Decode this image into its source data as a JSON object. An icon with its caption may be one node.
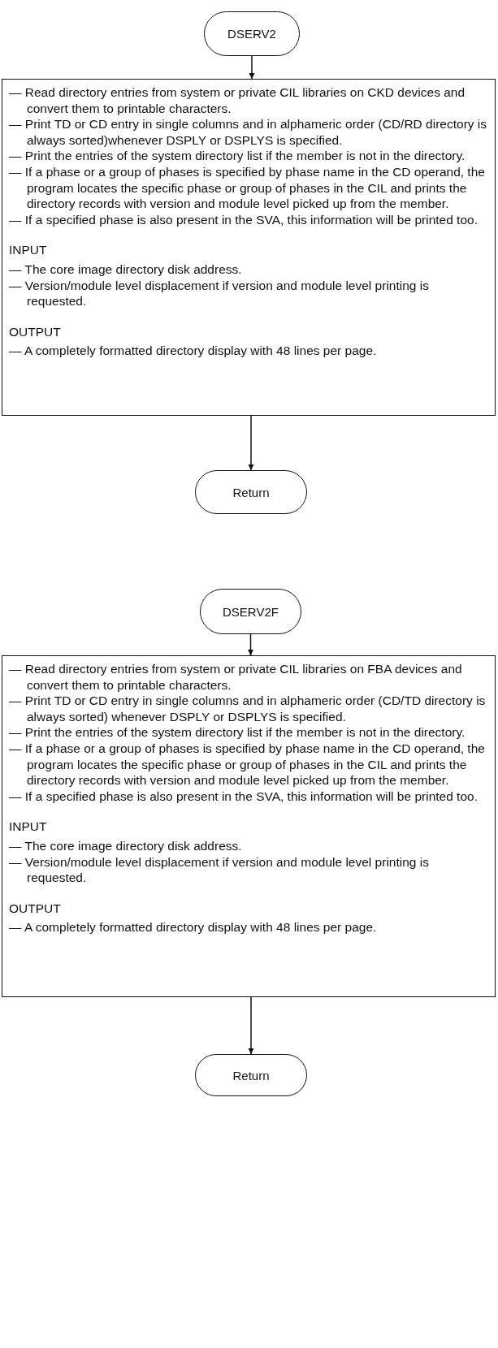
{
  "diagram": {
    "nodes": [
      {
        "text": [
          "DSERV2"
        ]
      },
      {
        "text": [
          "— Read directory entries from system or private CIL libraries on CKD devices and convert them to printable characters.",
          "— Print TD or CD entry in single columns and in alphameric order (CD/RD directory is always sorted)whenever DSPLY or DSPLYS is specified.",
          "— Print the entries of the system directory list if the member is not in the directory.",
          "— If a phase or a group of phases is specified by phase name in the CD operand, the program locates the specific phase or group of phases in the CIL and prints the directory records with version and module level picked up from the member.",
          "— If a specified phase is also present in the SVA, this information will be printed too.",
          "INPUT",
          "— The core image directory disk address.",
          "— Version/module level displacement if version and module level printing is requested.",
          "OUTPUT",
          "— A completely formatted directory display with 48 lines per page."
        ]
      },
      {
        "text": [
          "Return"
        ]
      },
      {
        "text": [
          "DSERV2F"
        ]
      },
      {
        "text": [
          "— Read directory entries from system or private CIL libraries on FBA devices and convert them to printable characters.",
          "— Print TD or CD entry in single columns and in alphameric order (CD/TD directory is always sorted) whenever DSPLY or DSPLYS is specified.",
          "— Print the entries of the system directory list if the member is not in the directory.",
          "— If a phase or a group of phases is specified by phase name in the CD operand, the program locates the specific phase or group of phases in the CIL and prints the directory records with version and module level picked up from the member.",
          "— If a specified phase is also present in the SVA, this information will be printed too.",
          "INPUT",
          "— The core image directory disk address.",
          "— Version/module level displacement if version and module level printing is requested.",
          "OUTPUT",
          "— A completely formatted directory display with 48 lines per page."
        ]
      },
      {
        "text": [
          "Return"
        ]
      }
    ],
    "edges": [
      {
        "from": 0,
        "to": 1,
        "arrow": "to"
      },
      {
        "from": 1,
        "to": 2,
        "arrow": "to"
      },
      {
        "from": 3,
        "to": 4,
        "arrow": "to"
      },
      {
        "from": 4,
        "to": 5,
        "arrow": "to"
      }
    ]
  }
}
